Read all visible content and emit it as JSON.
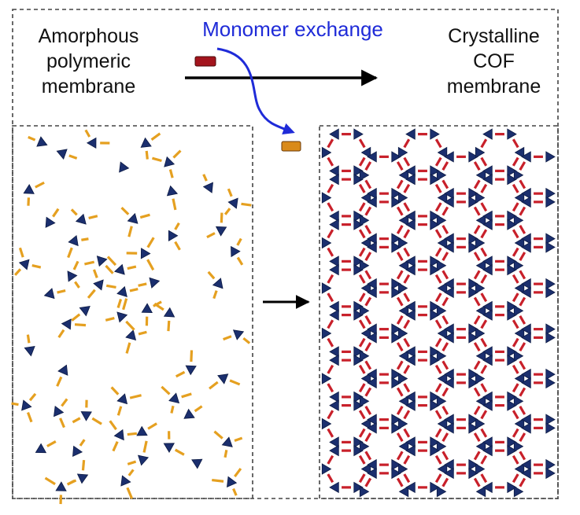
{
  "labels": {
    "left": [
      "Amorphous",
      "polymeric",
      "membrane"
    ],
    "right": [
      "Crystalline",
      "COF",
      "membrane"
    ],
    "exchange": "Monomer exchange"
  },
  "colors": {
    "node": "#1b2f6e",
    "amorphous_linker": "#e5a020",
    "cof_linker": "#c8202a",
    "monomer_out": "#a3141d",
    "monomer_in": "#d98a1a",
    "exchange_arrow": "#1f2bd8",
    "arrow": "#000000",
    "border": "#444444"
  },
  "icons": {
    "node": "triangle-node-icon",
    "linker": "linker-bar-icon",
    "arrow": "right-arrow-icon"
  }
}
